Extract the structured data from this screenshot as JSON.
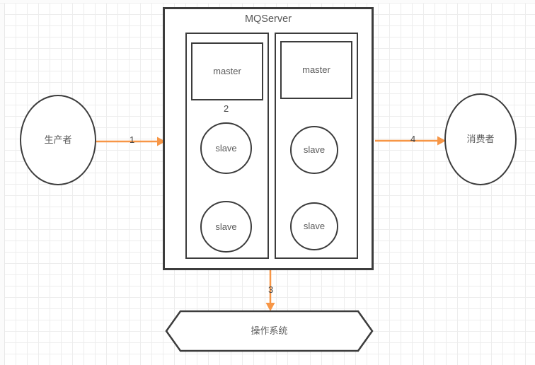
{
  "diagram": {
    "title_visible": "MQServer",
    "colors": {
      "stroke": "#3c3c3c",
      "text": "#5b5b5b",
      "flow_arrow": "#f79646",
      "replication_arrow": "#9a9a00",
      "grid_minor": "#ededed",
      "grid_major": "#e2e2e2",
      "background": "#ffffff"
    },
    "nodes": {
      "producer": {
        "label": "生产者",
        "shape": "ellipse"
      },
      "consumer": {
        "label": "消费者",
        "shape": "ellipse"
      },
      "mqserver": {
        "label": "MQServer",
        "shape": "rectangle"
      },
      "os": {
        "label": "操作系统",
        "shape": "hexagon"
      },
      "broker_left": {
        "master": {
          "label": "master",
          "shape": "rectangle"
        },
        "slave_top": {
          "label": "slave",
          "shape": "circle"
        },
        "slave_bottom": {
          "label": "slave",
          "shape": "circle"
        }
      },
      "broker_right": {
        "master": {
          "label": "master",
          "shape": "rectangle"
        },
        "slave_top": {
          "label": "slave",
          "shape": "circle"
        },
        "slave_bottom": {
          "label": "slave",
          "shape": "circle"
        }
      }
    },
    "edges": [
      {
        "id": "e1",
        "label": "1",
        "from": "producer",
        "to": "mqserver",
        "color": "#f79646"
      },
      {
        "id": "e2",
        "label": "2",
        "from": "master-left",
        "to": "slave-left-top",
        "color": "#9a9a00"
      },
      {
        "id": "e3",
        "label": "3",
        "from": "mqserver",
        "to": "os",
        "color": "#f79646"
      },
      {
        "id": "e4",
        "label": "4",
        "from": "mqserver",
        "to": "consumer",
        "color": "#f79646"
      },
      {
        "id": "e5",
        "label": "",
        "from": "slave-left-top",
        "to": "slave-left-bottom",
        "color": "#9a9a00"
      },
      {
        "id": "e6",
        "label": "",
        "from": "master-right",
        "to": "slave-right-top",
        "color": "#9a9a00"
      },
      {
        "id": "e7",
        "label": "",
        "from": "slave-right-top",
        "to": "slave-right-bottom",
        "color": "#9a9a00"
      }
    ]
  }
}
